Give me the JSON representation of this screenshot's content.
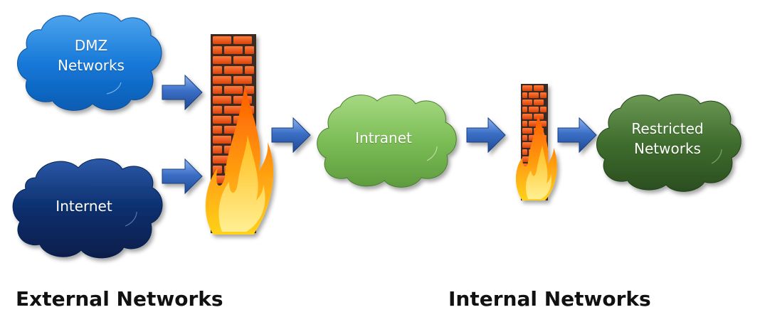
{
  "nodes": {
    "dmz": {
      "line1": "DMZ",
      "line2": "Networks",
      "color": "#1476d6"
    },
    "internet": {
      "label": "Internet",
      "color": "#0b2f6e"
    },
    "intranet": {
      "label": "Intranet",
      "color": "#7cbd56"
    },
    "restricted": {
      "line1": "Restricted",
      "line2": "Networks",
      "color": "#3f6d2e"
    }
  },
  "sections": {
    "external": "External Networks",
    "internal": "Internal Networks"
  },
  "colors": {
    "arrow": "#3b6fc6",
    "brick": "#e85a14",
    "mortar": "#3a2a22",
    "flame_outer": "#ff6a00",
    "flame_inner": "#ffd21a"
  }
}
